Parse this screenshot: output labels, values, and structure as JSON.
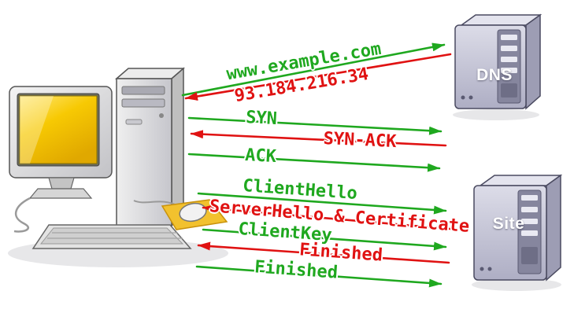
{
  "diagram": {
    "servers": [
      {
        "id": "dns",
        "label": "DNS"
      },
      {
        "id": "site",
        "label": "Site"
      }
    ],
    "messages": [
      {
        "label": "www.example.com",
        "from": "client",
        "to": "dns",
        "color": "green"
      },
      {
        "label": "93.184.216.34",
        "from": "dns",
        "to": "client",
        "color": "red"
      },
      {
        "label": "SYN",
        "from": "client",
        "to": "site",
        "color": "green"
      },
      {
        "label": "SYN-ACK",
        "from": "site",
        "to": "client",
        "color": "red"
      },
      {
        "label": "ACK",
        "from": "client",
        "to": "site",
        "color": "green"
      },
      {
        "label": "ClientHello",
        "from": "client",
        "to": "site",
        "color": "green"
      },
      {
        "label": "ServerHello & Certificate",
        "from": "site",
        "to": "client",
        "color": "red"
      },
      {
        "label": "ClientKey",
        "from": "client",
        "to": "site",
        "color": "green"
      },
      {
        "label": "Finished",
        "from": "site",
        "to": "client",
        "color": "red"
      },
      {
        "label": "Finished",
        "from": "client",
        "to": "site",
        "color": "green"
      }
    ],
    "colors": {
      "green": "#1fa81f",
      "red": "#e01212"
    }
  }
}
